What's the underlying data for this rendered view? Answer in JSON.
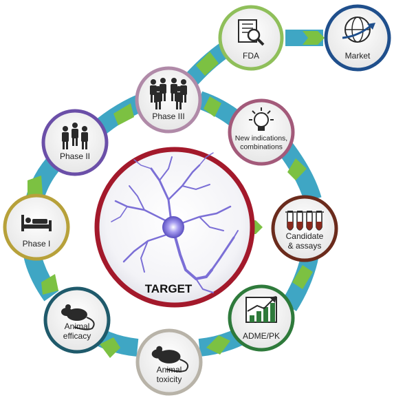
{
  "center": {
    "label": "TARGET"
  },
  "stages": [
    {
      "id": "candidate",
      "lines": [
        "Candidate",
        "& assays"
      ],
      "icon": "test-tubes-icon"
    },
    {
      "id": "adme",
      "lines": [
        "ADME/PK"
      ],
      "icon": "bar-chart-arrow-icon"
    },
    {
      "id": "toxicity",
      "lines": [
        "Animal",
        "toxicity"
      ],
      "icon": "rat-icon"
    },
    {
      "id": "efficacy",
      "lines": [
        "Animal",
        "efficacy"
      ],
      "icon": "mouse-icon"
    },
    {
      "id": "phase1",
      "lines": [
        "Phase I"
      ],
      "icon": "hospital-bed-icon"
    },
    {
      "id": "phase2",
      "lines": [
        "Phase II"
      ],
      "icon": "small-group-icon"
    },
    {
      "id": "phase3",
      "lines": [
        "Phase III"
      ],
      "icon": "large-group-icon"
    },
    {
      "id": "new-indications",
      "lines": [
        "New indications,",
        "combinations"
      ],
      "icon": "lightbulb-icon"
    },
    {
      "id": "fda",
      "lines": [
        "FDA"
      ],
      "icon": "document-magnifier-icon"
    },
    {
      "id": "market",
      "lines": [
        "Market"
      ],
      "icon": "globe-arrow-icon"
    }
  ],
  "colors": {
    "ring_blue": "#3fa6c4",
    "arrow_green": "#7cc142",
    "center_border": "#a3192b",
    "neuron": "#7b6fd6",
    "candidate_border": "#6b2b1c",
    "adme_border": "#2e7a3b",
    "toxicity_border": "#b8b3a8",
    "efficacy_border": "#1f5a6b",
    "phase1_border": "#b7a13a",
    "phase2_border": "#6b4fa8",
    "phase3_border": "#b08aa8",
    "new_indications_border": "#a35a7a",
    "fda_border": "#8fbf5a",
    "market_border": "#1f4f8c"
  }
}
